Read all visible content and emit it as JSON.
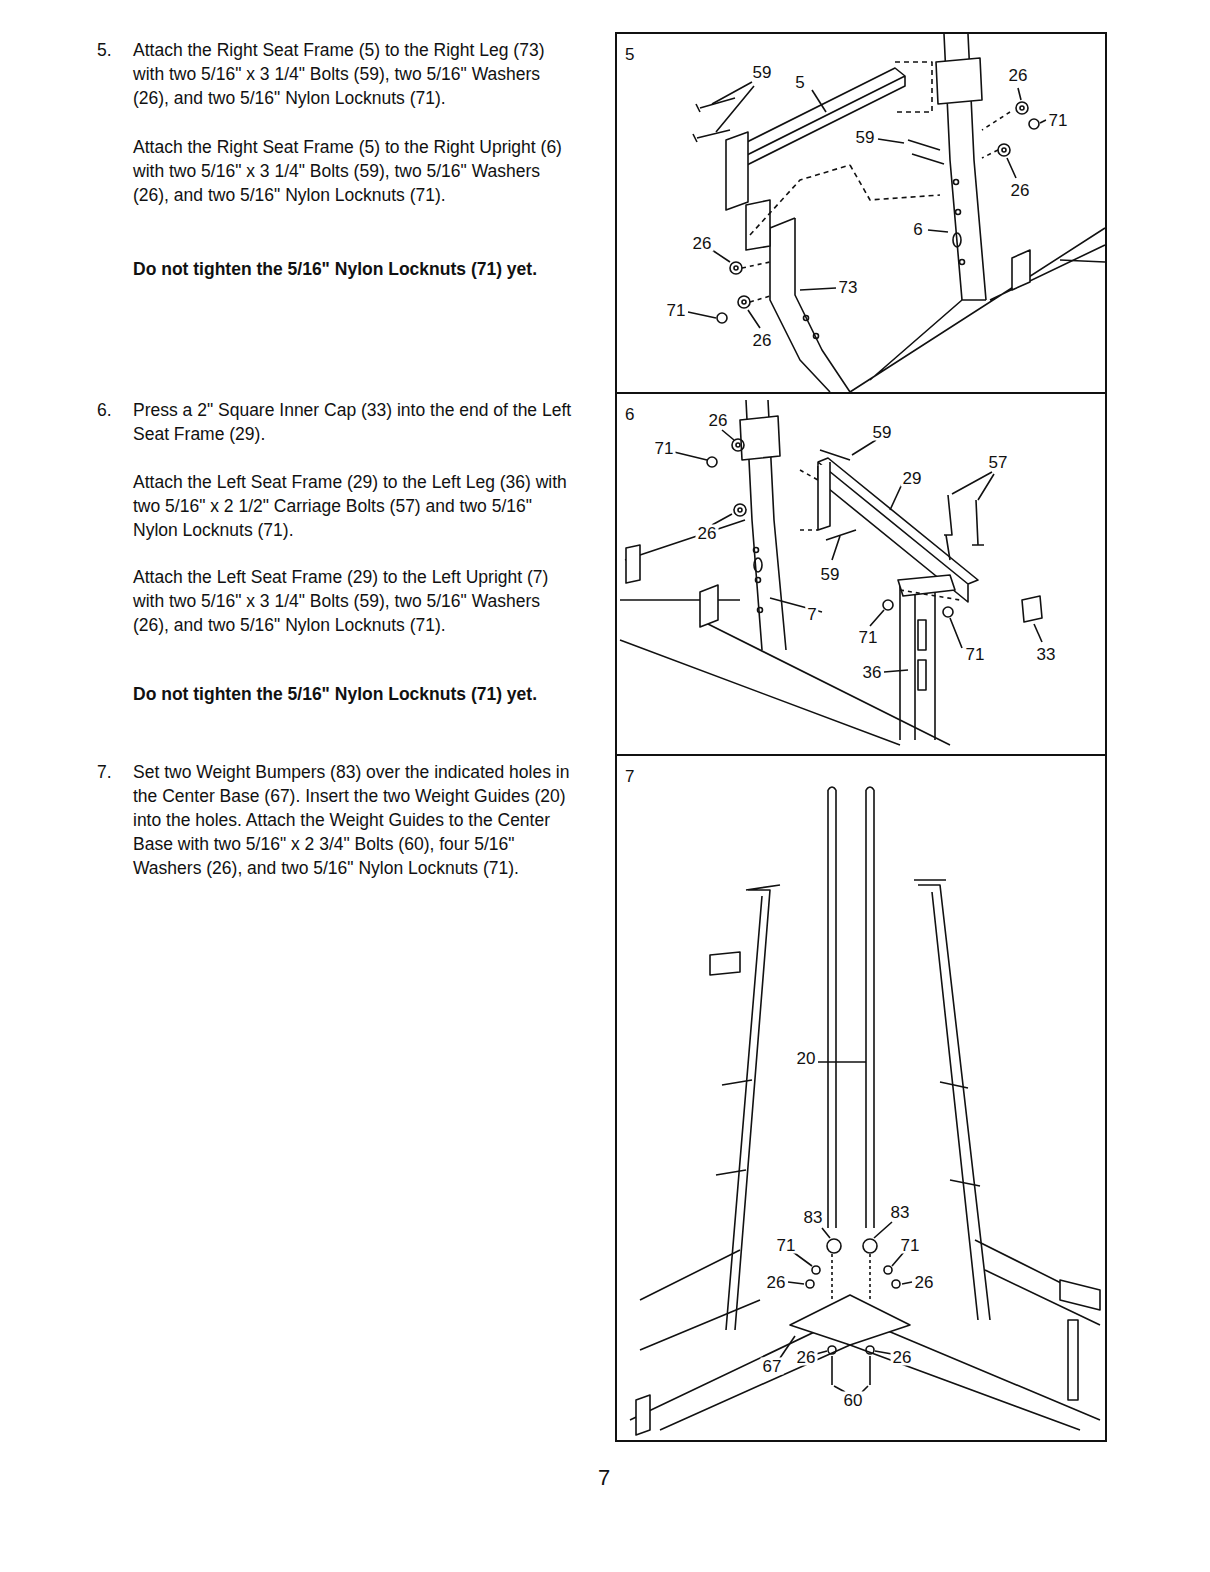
{
  "diagram": {
    "nodes": [
      {
        "text": [
          "5"
        ]
      },
      {
        "text": [
          "6"
        ]
      },
      {
        "text": [
          "7"
        ]
      }
    ],
    "labels": [
      "5.",
      "Attach the Right Seat Frame (5) to the Right Leg (73) with two 5/16\" x 3 1/4\" Bolts (59), two 5/16\" Washers (26), and two 5/16\" Nylon Locknuts (71).",
      "Attach the Right Seat Frame (5) to the Right Upright (6) with two 5/16\" x 3 1/4\" Bolts (59), two 5/16\" Washers (26), and two 5/16\" Nylon Locknuts (71).",
      "Do not tighten the 5/16\" Nylon Locknuts (71) yet.",
      "6.",
      "Press a 2\" Square Inner Cap (33) into the end of the Left Seat Frame (29).",
      "Attach the Left Seat Frame (29) to the Left Leg (36) with two 5/16\" x 2 1/2\" Carriage Bolts (57) and two 5/16\" Nylon Locknuts (71).",
      "Attach the Left Seat Frame (29) to the Left Upright (7) with two 5/16\" x 3 1/4\" Bolts (59), two 5/16\" Washers (26), and two 5/16\" Nylon Locknuts (71).",
      "Do not tighten the 5/16\" Nylon Locknuts (71) yet.",
      "7.",
      "Set two Weight Bumpers (83) over the indicated holes in the Center Base (67). Insert the two Weight Guides (20) into the holes. Attach the Weight Guides to the Center Base with two 5/16\" x 2 3/4\" Bolts (60), four 5/16\" Washers (26), and two 5/16\" Nylon Locknuts (71).",
      "59",
      "5",
      "26",
      "71",
      "59",
      "26",
      "6",
      "26",
      "73",
      "71",
      "26",
      "26",
      "71",
      "59",
      "57",
      "29",
      "26",
      "59",
      "7",
      "71",
      "71",
      "33",
      "36",
      "20",
      "83",
      "83",
      "71",
      "71",
      "26",
      "26",
      "67",
      "26",
      "26",
      "60",
      "7"
    ]
  }
}
